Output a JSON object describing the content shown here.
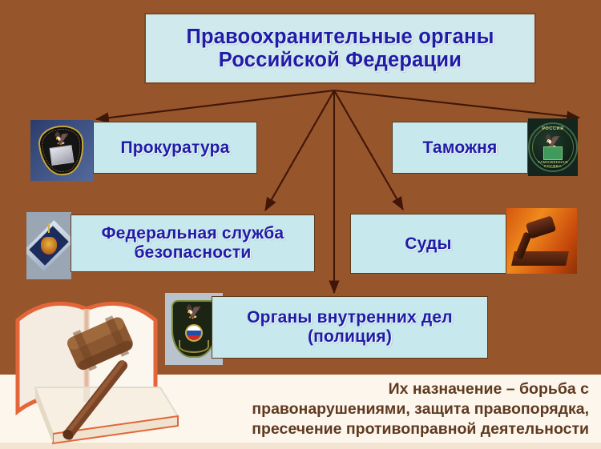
{
  "slide": {
    "title_line1": "Правоохранительные органы",
    "title_line2": "Российской Федерации",
    "background_color": "#96552a",
    "box_fill_color": "#c7e8ec",
    "box_text_color": "#1d1da8",
    "footer_text_color": "#5f3a21"
  },
  "nodes": [
    {
      "id": "prokuratura",
      "label": "Прокуратура",
      "emblem": "prosecutor-badge-icon",
      "emblem_side": "left"
    },
    {
      "id": "tamozhnya",
      "label": "Таможня",
      "emblem": "customs-emblem-icon",
      "emblem_side": "right",
      "emblem_text_top": "РОССИЯ",
      "emblem_text_bottom": "ТАМОЖЕННАЯ СЛУЖБА"
    },
    {
      "id": "fsb",
      "label_line1": "Федеральная служба",
      "label_line2": "безопасности",
      "emblem": "fsb-diamond-icon",
      "emblem_side": "left"
    },
    {
      "id": "sudy",
      "label": "Суды",
      "emblem": "gavel-photo-icon",
      "emblem_side": "right"
    },
    {
      "id": "ovd",
      "label_line1": "Органы внутренних дел",
      "label_line2": "(полиция)",
      "emblem": "police-shield-icon",
      "emblem_side": "left"
    }
  ],
  "footer": {
    "line1": "Их назначение – борьба с",
    "line2": "правонарушениями, защита правопорядка,",
    "line3": "пресечение противоправной деятельности"
  },
  "illustration": {
    "name": "open-book-with-gavel",
    "description": "Открытая книга с деревянным судейским молотком"
  },
  "connectors": {
    "count": 5,
    "origin": "title-box-bottom-center",
    "targets": [
      "prokuratura",
      "tamozhnya",
      "fsb",
      "sudy",
      "ovd"
    ]
  }
}
